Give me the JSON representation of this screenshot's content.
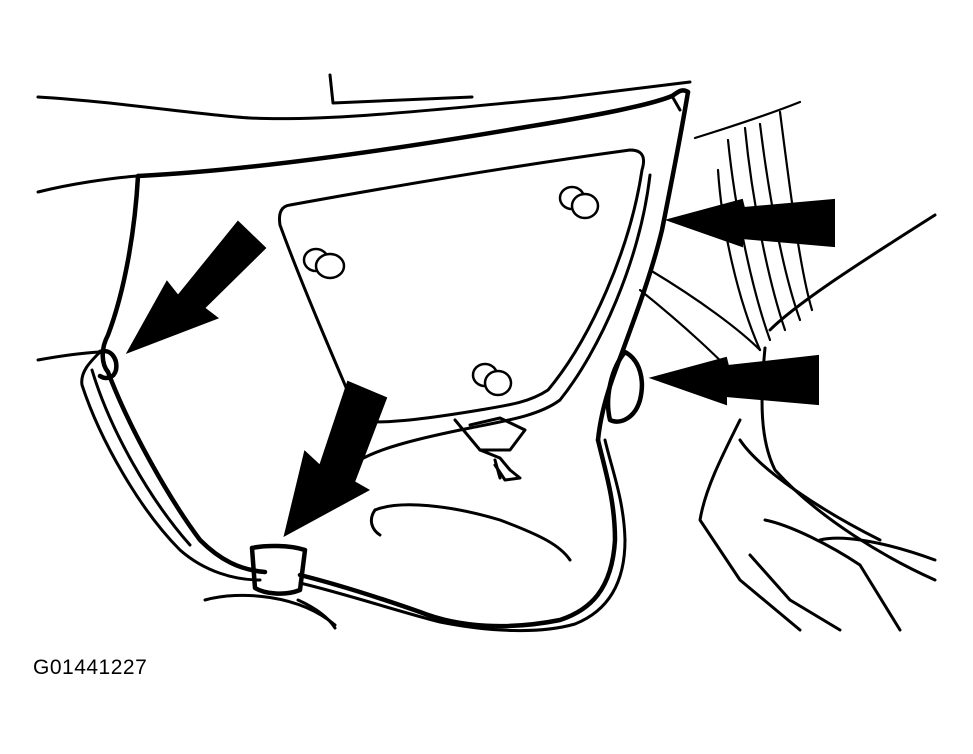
{
  "figure": {
    "code": "G01441227"
  },
  "colors": {
    "line": "#000000",
    "background": "#ffffff"
  },
  "callouts": [
    {
      "name": "arrow-upper-left-clip",
      "direction": "down-left"
    },
    {
      "name": "arrow-lower-center-clip",
      "direction": "down-left"
    },
    {
      "name": "arrow-right-upper-clip",
      "direction": "left"
    },
    {
      "name": "arrow-right-lower-clip",
      "direction": "left"
    }
  ]
}
